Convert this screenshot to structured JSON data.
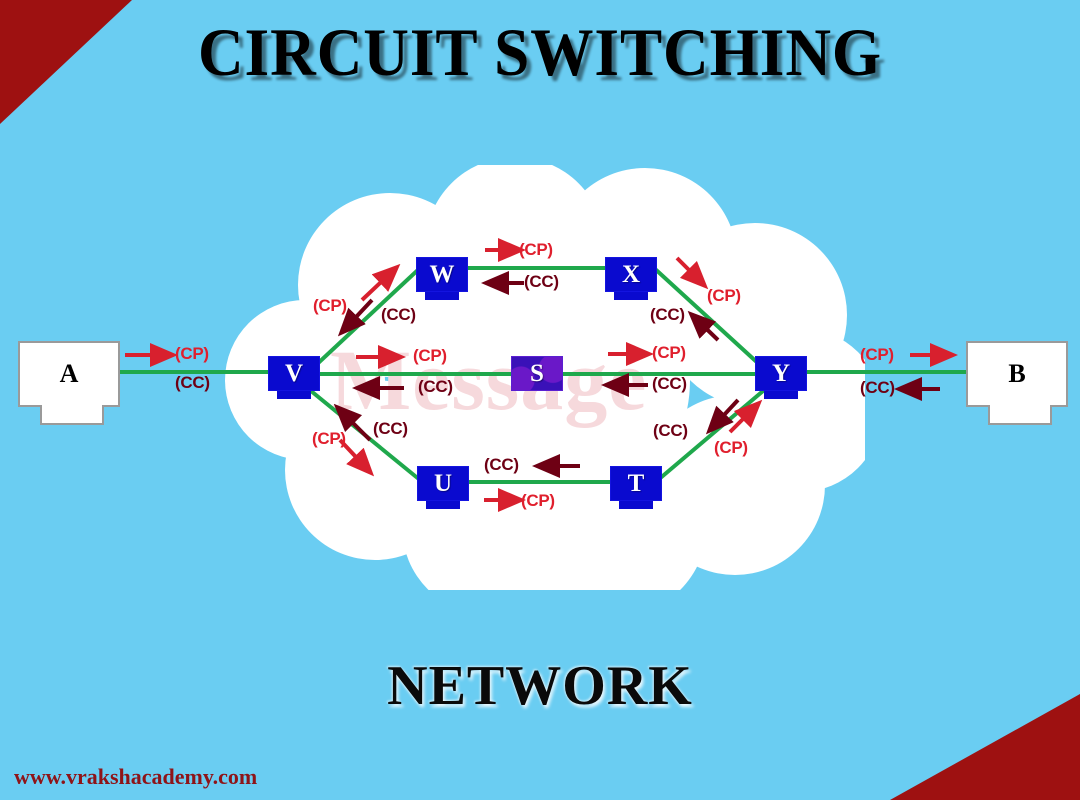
{
  "slide": {
    "title": "CIRCUIT SWITCHING",
    "footer_title": "NETWORK",
    "site_url": "www.vrakshacademy.com",
    "watermark": "Message",
    "background_color": "#6ACDF2",
    "corner_color": "#9E1111",
    "cloud_color": "#FFFFFF",
    "link_color": "#1FA84C",
    "node_color": "#0A0ACF",
    "cp_color": "#E01F2D",
    "cc_color": "#6E0014"
  },
  "terminals": [
    {
      "id": "A",
      "label": "A"
    },
    {
      "id": "B",
      "label": "B"
    }
  ],
  "nodes": [
    {
      "id": "V",
      "label": "V",
      "kind": "switch"
    },
    {
      "id": "W",
      "label": "W",
      "kind": "switch"
    },
    {
      "id": "X",
      "label": "X",
      "kind": "switch"
    },
    {
      "id": "S",
      "label": "S",
      "kind": "switch-highlight"
    },
    {
      "id": "Y",
      "label": "Y",
      "kind": "switch"
    },
    {
      "id": "U",
      "label": "U",
      "kind": "switch"
    },
    {
      "id": "T",
      "label": "T",
      "kind": "switch"
    }
  ],
  "links": [
    {
      "from": "A",
      "to": "V"
    },
    {
      "from": "V",
      "to": "W"
    },
    {
      "from": "W",
      "to": "X"
    },
    {
      "from": "X",
      "to": "Y"
    },
    {
      "from": "V",
      "to": "S"
    },
    {
      "from": "S",
      "to": "Y"
    },
    {
      "from": "V",
      "to": "U"
    },
    {
      "from": "U",
      "to": "T"
    },
    {
      "from": "T",
      "to": "Y"
    },
    {
      "from": "Y",
      "to": "B"
    }
  ],
  "signal_labels": {
    "cp": "(CP)",
    "cc": "(CC)"
  },
  "annotations": [
    {
      "id": "a-v-cp",
      "text": "(CP)",
      "type": "cp",
      "segment": "A-V"
    },
    {
      "id": "a-v-cc",
      "text": "(CC)",
      "type": "cc",
      "segment": "A-V"
    },
    {
      "id": "v-w-cp",
      "text": "(CP)",
      "type": "cp",
      "segment": "V-W"
    },
    {
      "id": "v-w-cc",
      "text": "(CC)",
      "type": "cc",
      "segment": "V-W"
    },
    {
      "id": "w-x-cp",
      "text": "(CP)",
      "type": "cp",
      "segment": "W-X"
    },
    {
      "id": "w-x-cc",
      "text": "(CC)",
      "type": "cc",
      "segment": "W-X"
    },
    {
      "id": "x-y-cp",
      "text": "(CP)",
      "type": "cp",
      "segment": "X-Y"
    },
    {
      "id": "x-y-cc",
      "text": "(CC)",
      "type": "cc",
      "segment": "X-Y"
    },
    {
      "id": "v-s-cp",
      "text": "(CP)",
      "type": "cp",
      "segment": "V-S"
    },
    {
      "id": "v-s-cc",
      "text": "(CC)",
      "type": "cc",
      "segment": "V-S"
    },
    {
      "id": "s-y-cp",
      "text": "(CP)",
      "type": "cp",
      "segment": "S-Y"
    },
    {
      "id": "s-y-cc",
      "text": "(CC)",
      "type": "cc",
      "segment": "S-Y"
    },
    {
      "id": "v-u-cp",
      "text": "(CP)",
      "type": "cp",
      "segment": "V-U"
    },
    {
      "id": "v-u-cc",
      "text": "(CC)",
      "type": "cc",
      "segment": "V-U"
    },
    {
      "id": "u-t-cc",
      "text": "(CC)",
      "type": "cc",
      "segment": "U-T"
    },
    {
      "id": "u-t-cp",
      "text": "(CP)",
      "type": "cp",
      "segment": "U-T"
    },
    {
      "id": "t-y-cc",
      "text": "(CC)",
      "type": "cc",
      "segment": "T-Y"
    },
    {
      "id": "t-y-cp",
      "text": "(CP)",
      "type": "cp",
      "segment": "T-Y"
    },
    {
      "id": "y-b-cp",
      "text": "(CP)",
      "type": "cp",
      "segment": "Y-B"
    },
    {
      "id": "y-b-cc",
      "text": "(CC)",
      "type": "cc",
      "segment": "Y-B"
    }
  ]
}
